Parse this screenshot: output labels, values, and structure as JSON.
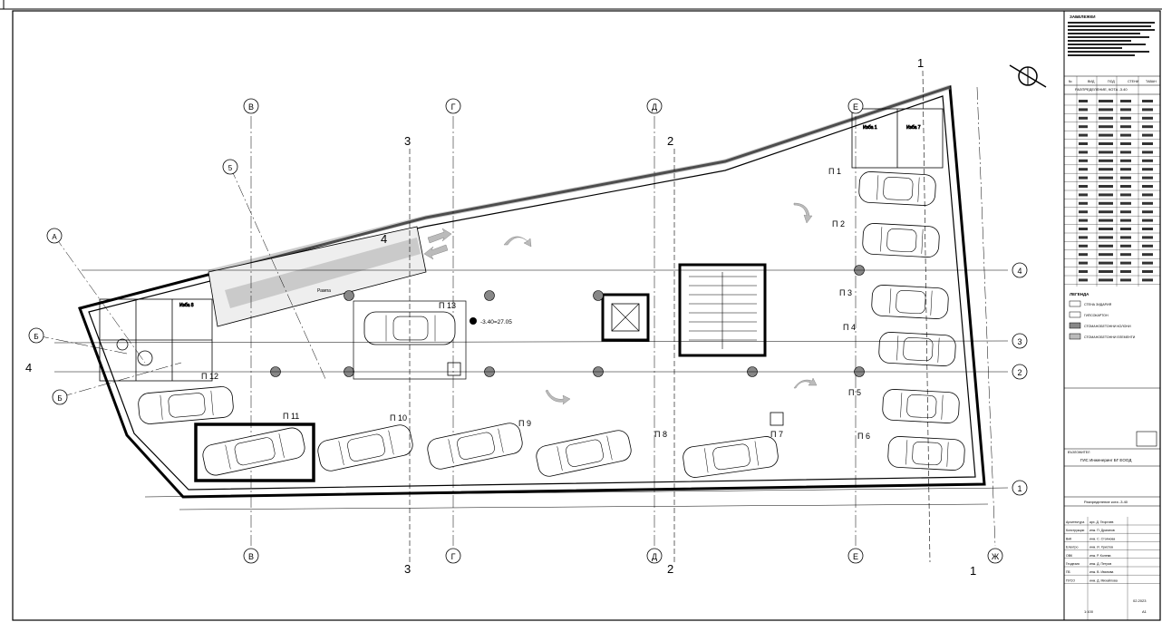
{
  "grid_axes": {
    "top": [
      "В",
      "Г",
      "Д",
      "Е"
    ],
    "bottom": [
      "В",
      "Г",
      "Д",
      "Е",
      "Ж"
    ],
    "left": [
      "A",
      "Б",
      "5"
    ],
    "right": [
      "4",
      "3",
      "2",
      "1"
    ]
  },
  "section_marks": {
    "s1": "1",
    "s2": "2",
    "s3": "3",
    "s4": "4"
  },
  "parking_spots": [
    {
      "id": "p1",
      "label": "П 1"
    },
    {
      "id": "p2",
      "label": "П 2"
    },
    {
      "id": "p3",
      "label": "П 3"
    },
    {
      "id": "p4",
      "label": "П 4"
    },
    {
      "id": "p5",
      "label": "П 5"
    },
    {
      "id": "p6",
      "label": "П 6"
    },
    {
      "id": "p7",
      "label": "П 7"
    },
    {
      "id": "p8",
      "label": "П 8"
    },
    {
      "id": "p9",
      "label": "П 9"
    },
    {
      "id": "p10",
      "label": "П 10"
    },
    {
      "id": "p11",
      "label": "П 11"
    },
    {
      "id": "p12",
      "label": "П 12"
    },
    {
      "id": "p13",
      "label": "П 13"
    }
  ],
  "annotations": {
    "level": "-3.40=27.05",
    "ramp": "Рампа",
    "storage_a": "Изба 8",
    "storage_b": "Изба 7",
    "storage_c": "Изба 1"
  },
  "title_block": {
    "notes_heading": "ЗАБЕЛЕЖКИ",
    "table_headers": [
      "№",
      "ВИД",
      "ПОД",
      "СТЕНИ",
      "ТАВАН"
    ],
    "table_title": "РАЗПРЕДЕЛЕНИЕ, КОТА -3.40",
    "legend_heading": "ЛЕГЕНДА",
    "legend_items": [
      "СТЕНА ЗИДАРИЯ",
      "ГИПСОКАРТОН",
      "СТОМАНОБЕТОННИ КОЛОНИ",
      "СТОМАНОБЕТОННИ ЕЛЕМЕНТИ"
    ],
    "client_label": "ВЪЗЛОЖИТЕЛ",
    "client": "ГИС Инженеринг БГ ЕООД",
    "project_title": "Разпределение кота -3.40",
    "roles": [
      {
        "role": "Архитектура",
        "name": "арх. Д. Георгиев"
      },
      {
        "role": "Конструкции",
        "name": "инж. П. Драганов"
      },
      {
        "role": "ВиК",
        "name": "инж. С. Стоянова"
      },
      {
        "role": "Електро",
        "name": "инж. И. Христов"
      },
      {
        "role": "ОВК",
        "name": "инж. Р. Колева"
      },
      {
        "role": "Геодезия",
        "name": "инж. Д. Петров"
      },
      {
        "role": "ПБ",
        "name": "инж. В. Иванова"
      },
      {
        "role": "ПУСО",
        "name": "инж. Д. Михайлова"
      }
    ],
    "date": "02.2023",
    "scale": "1:100",
    "sheet_no": "A1"
  }
}
